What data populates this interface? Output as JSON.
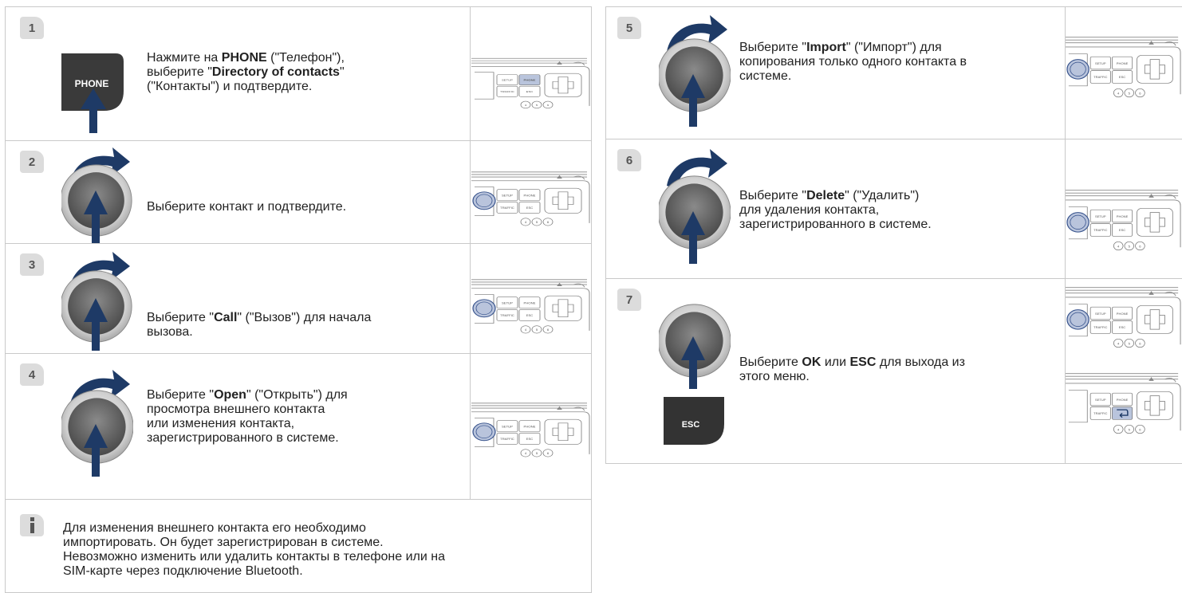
{
  "radio_labels": {
    "setup": "SETUP",
    "phone": "PHONE",
    "traffic": "TRAFFIC",
    "esc": "ESC",
    "n4": "4",
    "n5": "5",
    "n6": "6"
  },
  "left_steps": [
    {
      "num": "1",
      "button_label": "PHONE",
      "t1": "Нажмите на ",
      "b1": "PHONE",
      "t2": " (\"Телефон\"),",
      "t3": "выберите \"",
      "b2": "Directory of contacts",
      "t4": "\"",
      "t5": "(\"Контакты\") и подтвердите."
    },
    {
      "num": "2",
      "text": "Выберите контакт и подтвердите."
    },
    {
      "num": "3",
      "q1": "Выберите \"",
      "b1": "Call",
      "q2": "\" (\"Вызов\") для начала",
      "l2": "вызова."
    },
    {
      "num": "4",
      "q1": "Выберите \"",
      "b1": "Open",
      "q2": "\" (\"Открыть\") для",
      "l2": "просмотра внешнего контакта",
      "l3": "или изменения контакта,",
      "l4": "зарегистрированного в системе."
    }
  ],
  "right_steps": [
    {
      "num": "5",
      "q1": "Выберите \"",
      "b1": "Import",
      "q2": "\" (\"Импорт\") для",
      "l2": "копирования только одного контакта в",
      "l3": "системе."
    },
    {
      "num": "6",
      "q1": "Выберите \"",
      "b1": "Delete",
      "q2": "\" (\"Удалить\")",
      "l2": "для удаления контакта,",
      "l3": "зарегистрированного в системе."
    },
    {
      "num": "7",
      "q1": "Выберите ",
      "b1": "OK",
      "q2": " или ",
      "b2": "ESC",
      "q3": " для выхода из",
      "l2": "этого меню.",
      "button_label": "ESC"
    }
  ],
  "info": {
    "lines": [
      "Для изменения внешнего контакта его необходимо",
      "импортировать. Он будет зарегистрирован в системе.",
      "Невозможно изменить или удалить контакты в телефоне или на",
      "SIM-карте через подключение Bluetooth."
    ]
  }
}
